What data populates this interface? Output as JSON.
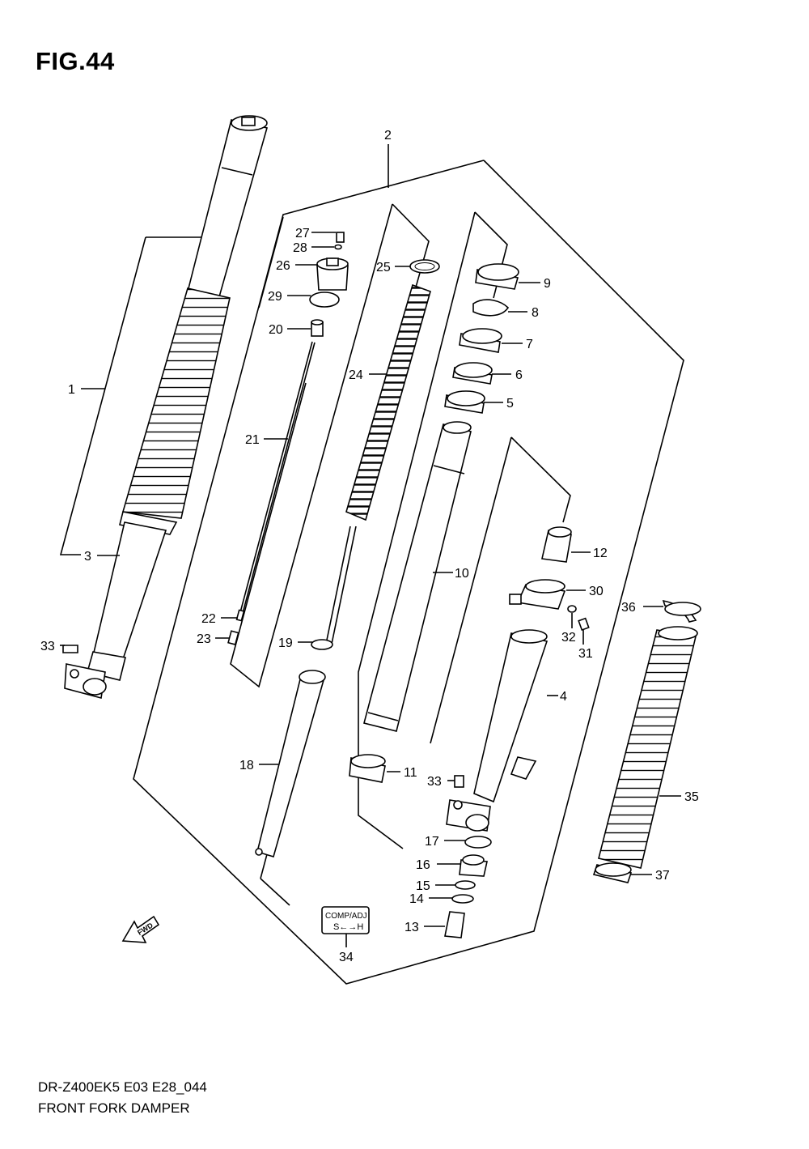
{
  "figure": {
    "title": "FIG.44",
    "model_code": "DR-Z400EK5 E03 E28_044",
    "name": "FRONT FORK DAMPER"
  },
  "parts": [
    {
      "no": "1"
    },
    {
      "no": "2"
    },
    {
      "no": "3"
    },
    {
      "no": "4"
    },
    {
      "no": "5"
    },
    {
      "no": "6"
    },
    {
      "no": "7"
    },
    {
      "no": "8"
    },
    {
      "no": "9"
    },
    {
      "no": "10"
    },
    {
      "no": "11"
    },
    {
      "no": "12"
    },
    {
      "no": "13"
    },
    {
      "no": "14"
    },
    {
      "no": "15"
    },
    {
      "no": "16"
    },
    {
      "no": "17"
    },
    {
      "no": "18"
    },
    {
      "no": "19"
    },
    {
      "no": "20"
    },
    {
      "no": "21"
    },
    {
      "no": "22"
    },
    {
      "no": "23"
    },
    {
      "no": "24"
    },
    {
      "no": "25"
    },
    {
      "no": "26"
    },
    {
      "no": "27"
    },
    {
      "no": "28"
    },
    {
      "no": "29"
    },
    {
      "no": "30"
    },
    {
      "no": "31"
    },
    {
      "no": "32"
    },
    {
      "no": "33"
    },
    {
      "no": "33"
    },
    {
      "no": "34"
    },
    {
      "no": "35"
    },
    {
      "no": "36"
    },
    {
      "no": "37"
    }
  ],
  "label_34": {
    "line1": "COMP/ADJ",
    "line2": "S←→H"
  },
  "fwd_label": "FWD"
}
